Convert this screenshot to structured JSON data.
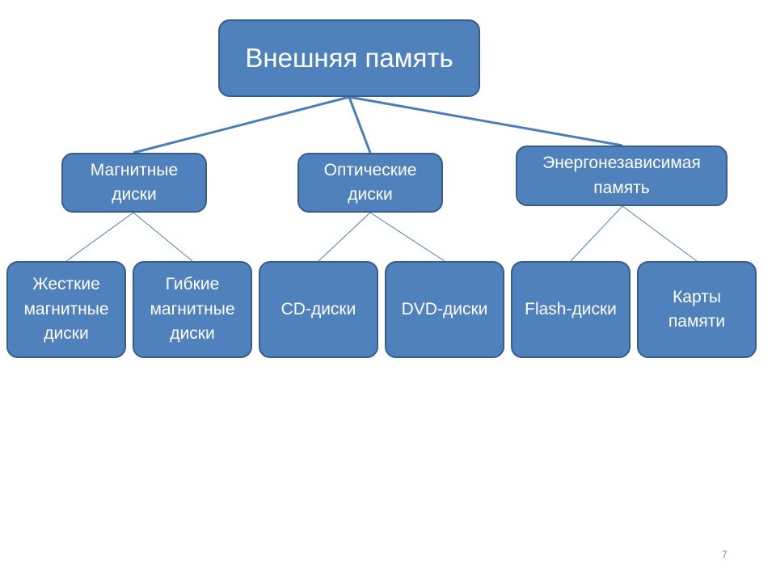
{
  "root": "Внешняя память",
  "level1": [
    "Магнитные диски",
    "Оптические диски",
    "Энергонезависимая память"
  ],
  "level2": {
    "hard": "Жесткие магнитные диски",
    "floppy": "Гибкие магнитные диски",
    "cd": "CD-диски",
    "dvd": "DVD-диски",
    "flash": "Flash-диски",
    "cards": "Карты памяти"
  },
  "page_number": "7",
  "colors": {
    "fill": "#4f81bd",
    "border": "#385d8a",
    "line": "#4a7ebb"
  }
}
